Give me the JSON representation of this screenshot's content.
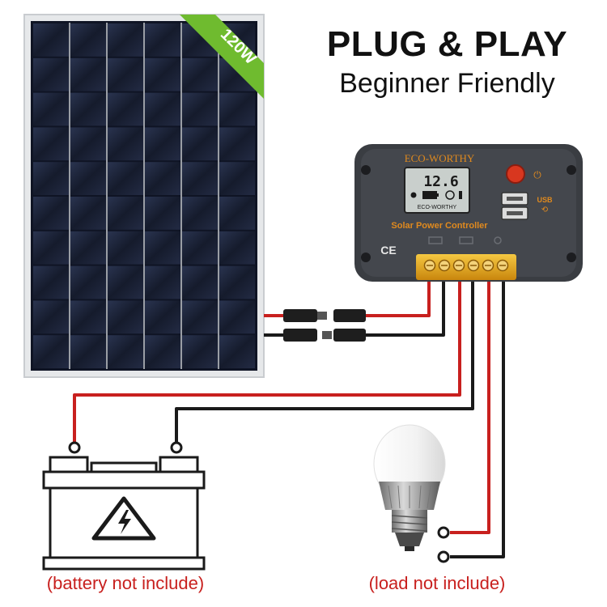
{
  "headline": "PLUG & PLAY",
  "subheadline": "Beginner Friendly",
  "panel": {
    "power_badge": "120W"
  },
  "controller": {
    "brand": "ECO-WORTHY",
    "title": "Solar Power Controller",
    "lcd_value": "12.6",
    "lcd_brand": "ECO-WORTHY",
    "ce_mark": "CE",
    "usb_label": "USB"
  },
  "captions": {
    "battery": "(battery not include)",
    "load": "(load not include)"
  },
  "colors": {
    "wire_red": "#c8201e",
    "wire_black": "#1a1a1a",
    "brand_orange": "#e08a1e",
    "terminal_gold": "#e3a81a",
    "controller_body": "#3a3d42",
    "panel_cell": "#1b2338",
    "badge_green": "#6fbb2f"
  }
}
